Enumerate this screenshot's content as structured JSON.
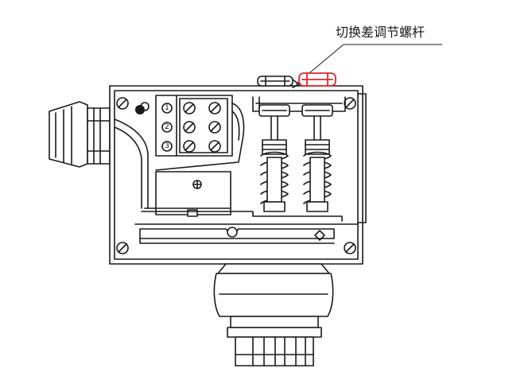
{
  "diagram": {
    "callout_label": "切换差调节螺杆",
    "terminal_numbers": [
      "1",
      "2",
      "3"
    ],
    "colors": {
      "line": "#1a1a1a",
      "highlight": "#e0262e",
      "background": "#ffffff"
    }
  }
}
